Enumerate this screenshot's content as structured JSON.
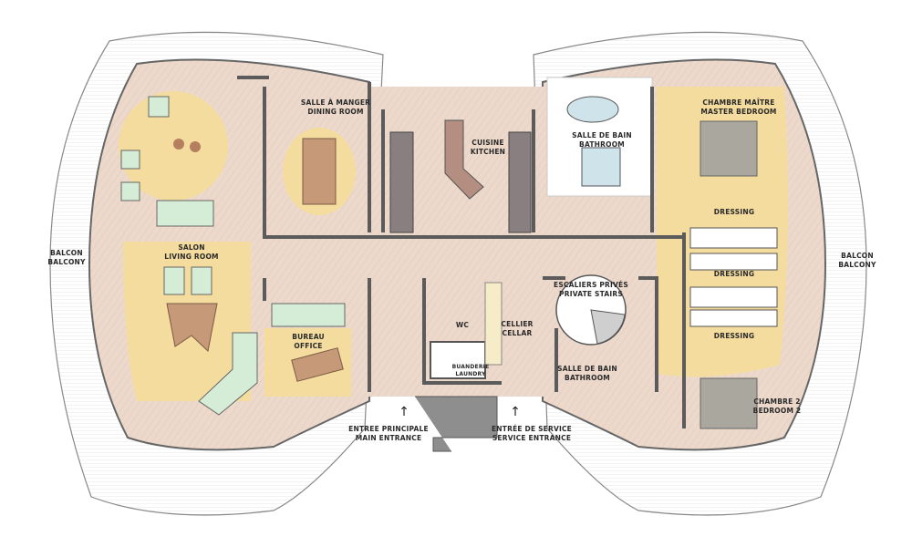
{
  "colors": {
    "floor_wood": "#ecd9cb",
    "rug_yellow": "#f4dc9e",
    "wall": "#5b5b5b",
    "furniture_mint": "#d5ecd6",
    "furniture_brown": "#c69a78",
    "balcony": "#ffffff"
  },
  "rooms": {
    "dining": {
      "fr": "SALLE À MANGER",
      "en": "DINING ROOM"
    },
    "kitchen": {
      "fr": "CUISINE",
      "en": "KITCHEN"
    },
    "bath_master": {
      "fr": "SALLE DE BAIN",
      "en": "BATHROOM"
    },
    "master_bedroom": {
      "fr": "CHAMBRE MAÎTRE",
      "en": "MASTER BEDROOM"
    },
    "dressing_1": "DRESSING",
    "dressing_2": "DRESSING",
    "dressing_3": "DRESSING",
    "balcony_left": {
      "fr": "BALCON",
      "en": "BALCONY"
    },
    "balcony_right": {
      "fr": "BALCON",
      "en": "BALCONY"
    },
    "living": {
      "fr": "SALON",
      "en": "LIVING ROOM"
    },
    "office": {
      "fr": "BUREAU",
      "en": "OFFICE"
    },
    "wc": "WC",
    "cellar": {
      "fr": "CELLIER",
      "en": "CELLAR"
    },
    "laundry": {
      "fr": "BUANDERIE",
      "en": "LAUNDRY"
    },
    "stairs": {
      "fr": "ESCALIERS PRIVÉS",
      "en": "PRIVATE STAIRS"
    },
    "bath_2": {
      "fr": "SALLE DE BAIN",
      "en": "BATHROOM"
    },
    "main_entrance": {
      "fr": "ENTREE PRINCIPALE",
      "en": "MAIN ENTRANCE"
    },
    "service_entrance": {
      "fr": "ENTRÉE DE SERVICE",
      "en": "SERVICE ENTRANCE"
    },
    "bedroom_2": {
      "fr": "CHAMBRE 2",
      "en": "BEDROOM 2"
    }
  },
  "icons": {
    "main_entrance_arrow": "↑",
    "service_entrance_arrow": "↑"
  }
}
